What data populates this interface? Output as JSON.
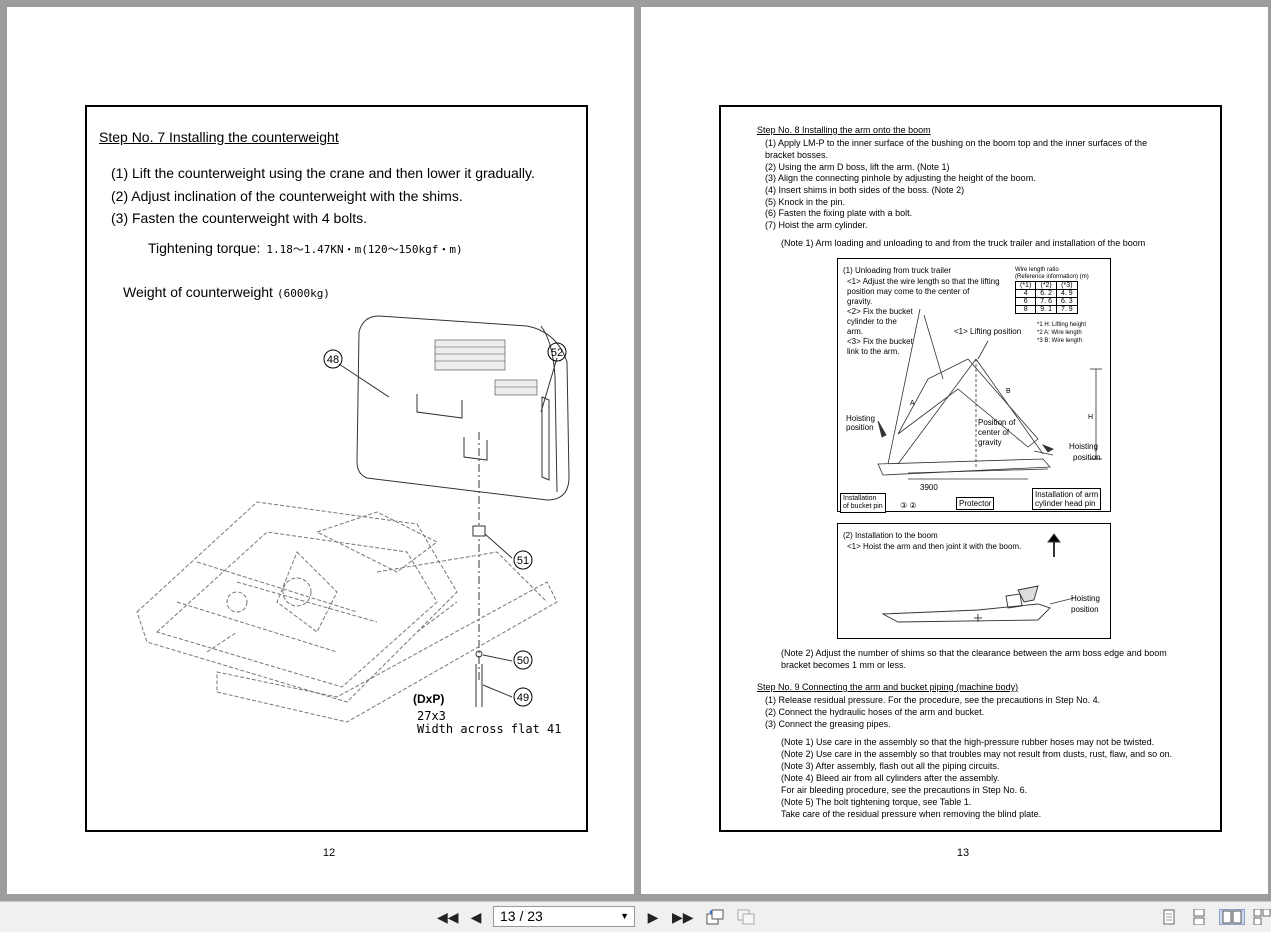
{
  "left_page": {
    "title": "Step No. 7 Installing the counterweight",
    "steps": [
      "(1) Lift the counterweight using the crane and then lower it gradually.",
      "(2) Adjust inclination of the counterweight with the shims.",
      "(3) Fasten the counterweight with 4 bolts."
    ],
    "torque_label": "Tightening torque:",
    "torque_value": "1.18～1.47KN・m(120～150kgf・m)",
    "weight_label": "Weight of counterweight",
    "weight_value": "(6000kg)",
    "callouts": [
      "48",
      "52",
      "51",
      "50",
      "49"
    ],
    "bolt_title": "(DxP)",
    "bolt_size": "27x3",
    "bolt_flat": "Width across flat 41",
    "page_number": "12"
  },
  "right_page": {
    "step8_title": "Step No. 8 Installing the arm onto the boom",
    "step8_items": [
      "(1)  Apply LM-P to the inner surface of the bushing on the boom top and the inner surfaces of the",
      "       bracket bosses.",
      "(2)  Using the arm D boss, lift the arm.  (Note 1)",
      "(3)  Align the connecting pinhole by adjusting the height of the boom.",
      "(4)  Insert shims in both sides of the boss.  (Note 2)",
      "(5)  Knock in the pin.",
      "(6)  Fasten the fixing plate with a bolt.",
      "(7)  Hoist the arm cylinder."
    ],
    "note1": "(Note 1)   Arm loading and unloading to and from the truck trailer and installation of the boom",
    "figure1": {
      "heading": "(1) Unloading from truck trailer",
      "lines": [
        "<1> Adjust the wire length so that the lifting",
        "       position may come to the center of",
        "       gravity.",
        "<2> Fix the bucket",
        "       cylinder to the",
        "       arm.",
        "<3> Fix the bucket",
        "       link to the arm."
      ],
      "wire_title": "Wire length ratio",
      "wire_sub": "(Reference information)   (m)",
      "wire_headers": [
        "(*1)",
        "(*2)",
        "(*3)"
      ],
      "wire_rows": [
        [
          "4",
          "6. 2",
          "4. 9"
        ],
        [
          "6",
          "7. 6",
          "6. 3"
        ],
        [
          "8",
          "9. 1",
          "7. 9"
        ]
      ],
      "wire_notes": [
        "*1  H:  Lifting height",
        "*2  A:  Wire length",
        "*3  B:  Wire length"
      ],
      "lifting_position": "<1> Lifting position",
      "hoisting_left": [
        "Hoisting",
        "position"
      ],
      "center_gravity": [
        "Position of",
        "center of",
        "gravity"
      ],
      "hoisting_right": [
        "Hoisting",
        "position"
      ],
      "dim_3900": "3900",
      "label_a": "A",
      "label_b": "B",
      "label_h": "H",
      "bucket_pin": [
        "Installation",
        "of bucket pin"
      ],
      "marks": "③  ②",
      "protector": "Protector",
      "arm_cyl": [
        "Installation of arm",
        "cylinder head pin"
      ]
    },
    "figure2": {
      "heading": "(2) Installation to the boom",
      "line": "<1> Hoist the arm and then joint it with the boom.",
      "hoisting": [
        "Hoisting",
        "position"
      ]
    },
    "note2": [
      "(Note 2)   Adjust the number of shims so that the clearance between the arm boss edge and boom",
      "                bracket becomes 1 mm or less."
    ],
    "step9_title": "Step No. 9 Connecting the arm and bucket piping (machine body)",
    "step9_items": [
      "(1)  Release residual pressure.  For the procedure, see the precautions in Step No. 4.",
      "(2)  Connect the hydraulic hoses of the arm and bucket.",
      "(3)  Connect the greasing pipes."
    ],
    "step9_notes": [
      "(Note 1)   Use care in the assembly so that the high-pressure rubber hoses may not be twisted.",
      "(Note 2)   Use care in the assembly so that troubles may not result from dusts, rust, flaw, and so on.",
      "(Note 3)   After assembly, flash out all the piping circuits.",
      "(Note 4)   Bleed air from all cylinders after the assembly.",
      "                For air bleeding procedure, see the precautions in Step No. 6.",
      "(Note 5)   The bolt tightening torque, see Table 1.",
      "                Take care of the residual pressure when removing the blind plate."
    ],
    "page_number": "13"
  },
  "toolbar": {
    "page_indicator": "13 / 23",
    "icons": [
      "first-page-icon",
      "prev-page-icon",
      "next-page-icon",
      "last-page-icon",
      "rotate-icon",
      "copy-icon",
      "single-page-icon",
      "continuous-icon",
      "two-page-icon",
      "two-page-continuous-icon"
    ]
  }
}
